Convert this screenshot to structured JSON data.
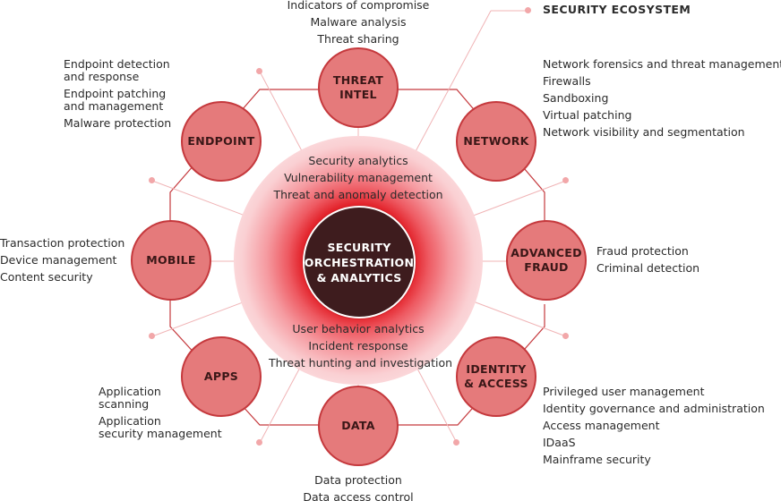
{
  "title": "SECURITY ECOSYSTEM",
  "hub": {
    "label": "SECURITY\nORCHESTRATION\n& ANALYTICS"
  },
  "hub_top_items": [
    "Security analytics",
    "Vulnerability management",
    "Threat and anomaly detection"
  ],
  "hub_bottom_items": [
    "User behavior analytics",
    "Incident response",
    "Threat hunting and investigation"
  ],
  "nodes": {
    "threat_intel": {
      "label": "THREAT\nINTEL",
      "items": [
        "Indicators of compromise",
        "Malware analysis",
        "Threat sharing"
      ]
    },
    "network": {
      "label": "NETWORK",
      "items": [
        "Network forensics and threat management",
        "Firewalls",
        "Sandboxing",
        "Virtual patching",
        "Network visibility and segmentation"
      ]
    },
    "advanced_fraud": {
      "label": "ADVANCED\nFRAUD",
      "items": [
        "Fraud protection",
        "Criminal detection"
      ]
    },
    "identity_access": {
      "label": "IDENTITY\n& ACCESS",
      "items": [
        "Privileged user management",
        "Identity governance and administration",
        "Access management",
        "IDaaS",
        "Mainframe security"
      ]
    },
    "data": {
      "label": "DATA",
      "items": [
        "Data protection",
        "Data access control"
      ]
    },
    "apps": {
      "label": "APPS",
      "items": [
        "Application\nscanning",
        "Application\nsecurity management"
      ]
    },
    "mobile": {
      "label": "MOBILE",
      "items": [
        "Transaction protection",
        "Device management",
        "Content security"
      ]
    },
    "endpoint": {
      "label": "ENDPOINT",
      "items": [
        "Endpoint detection\nand response",
        "Endpoint patching\nand management",
        "Malware protection"
      ]
    }
  },
  "colors": {
    "node_fill": "#e57a7b",
    "node_stroke": "#c5393d",
    "hub_fill": "#3e1c1e",
    "glow": "#e0161e",
    "wire": "#f0b4b6",
    "ring": "#c5393d"
  }
}
